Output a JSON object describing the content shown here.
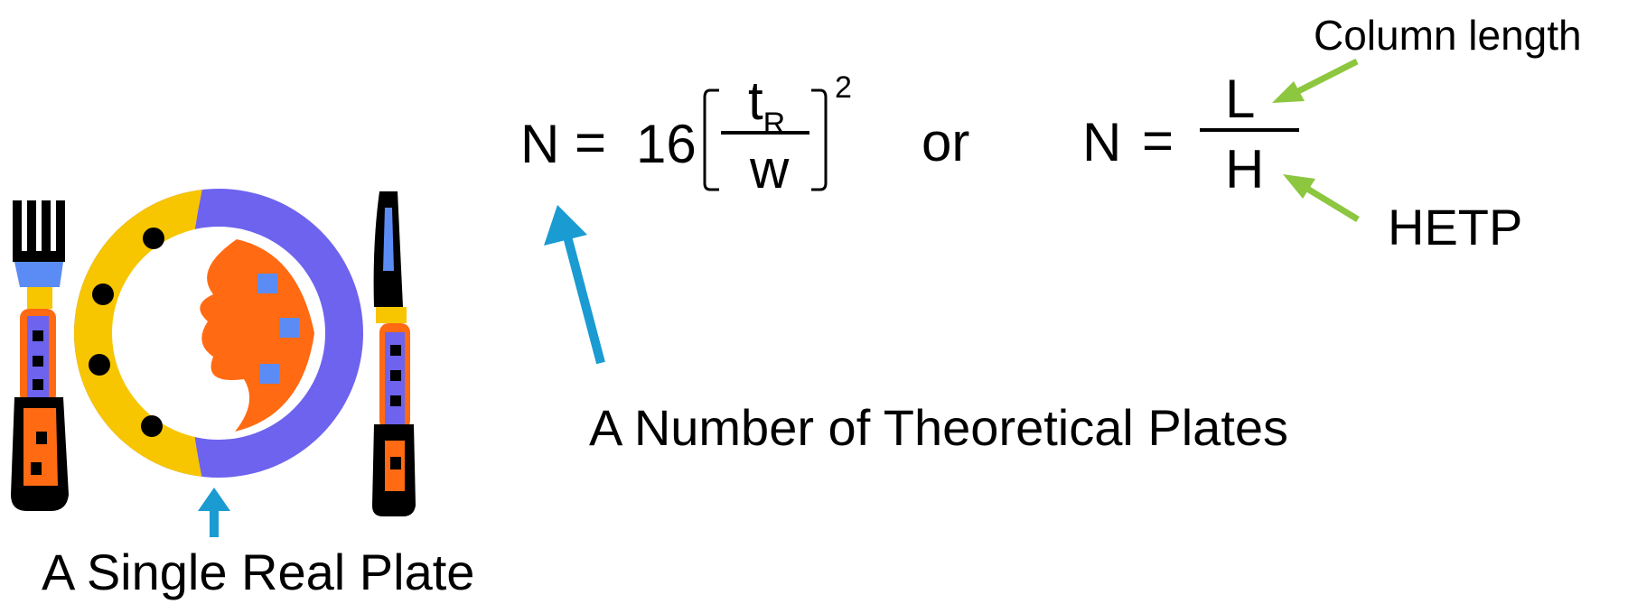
{
  "formula1": {
    "lhs": "N",
    "equals": "=",
    "coefficient": "16",
    "numerator_main": "t",
    "numerator_sub": "R",
    "denominator": "w",
    "exponent": "2"
  },
  "connector": "or",
  "formula2": {
    "lhs": "N",
    "equals": "=",
    "numerator": "L",
    "denominator": "H"
  },
  "annotations": {
    "column_length": "Column length",
    "hetp": "HETP",
    "theoretical_plates": "A Number of Theoretical Plates",
    "real_plate": "A Single Real Plate"
  },
  "colors": {
    "blue_arrow": "#1a9bd1",
    "green_arrow": "#8dc63f",
    "plate_yellow": "#f7c600",
    "plate_purple": "#6d63ee",
    "plate_orange": "#ff6a13",
    "utensil_blue": "#5b8cf5",
    "ink": "#000000"
  },
  "icons": [
    "fork-icon",
    "plate-icon",
    "knife-icon"
  ]
}
